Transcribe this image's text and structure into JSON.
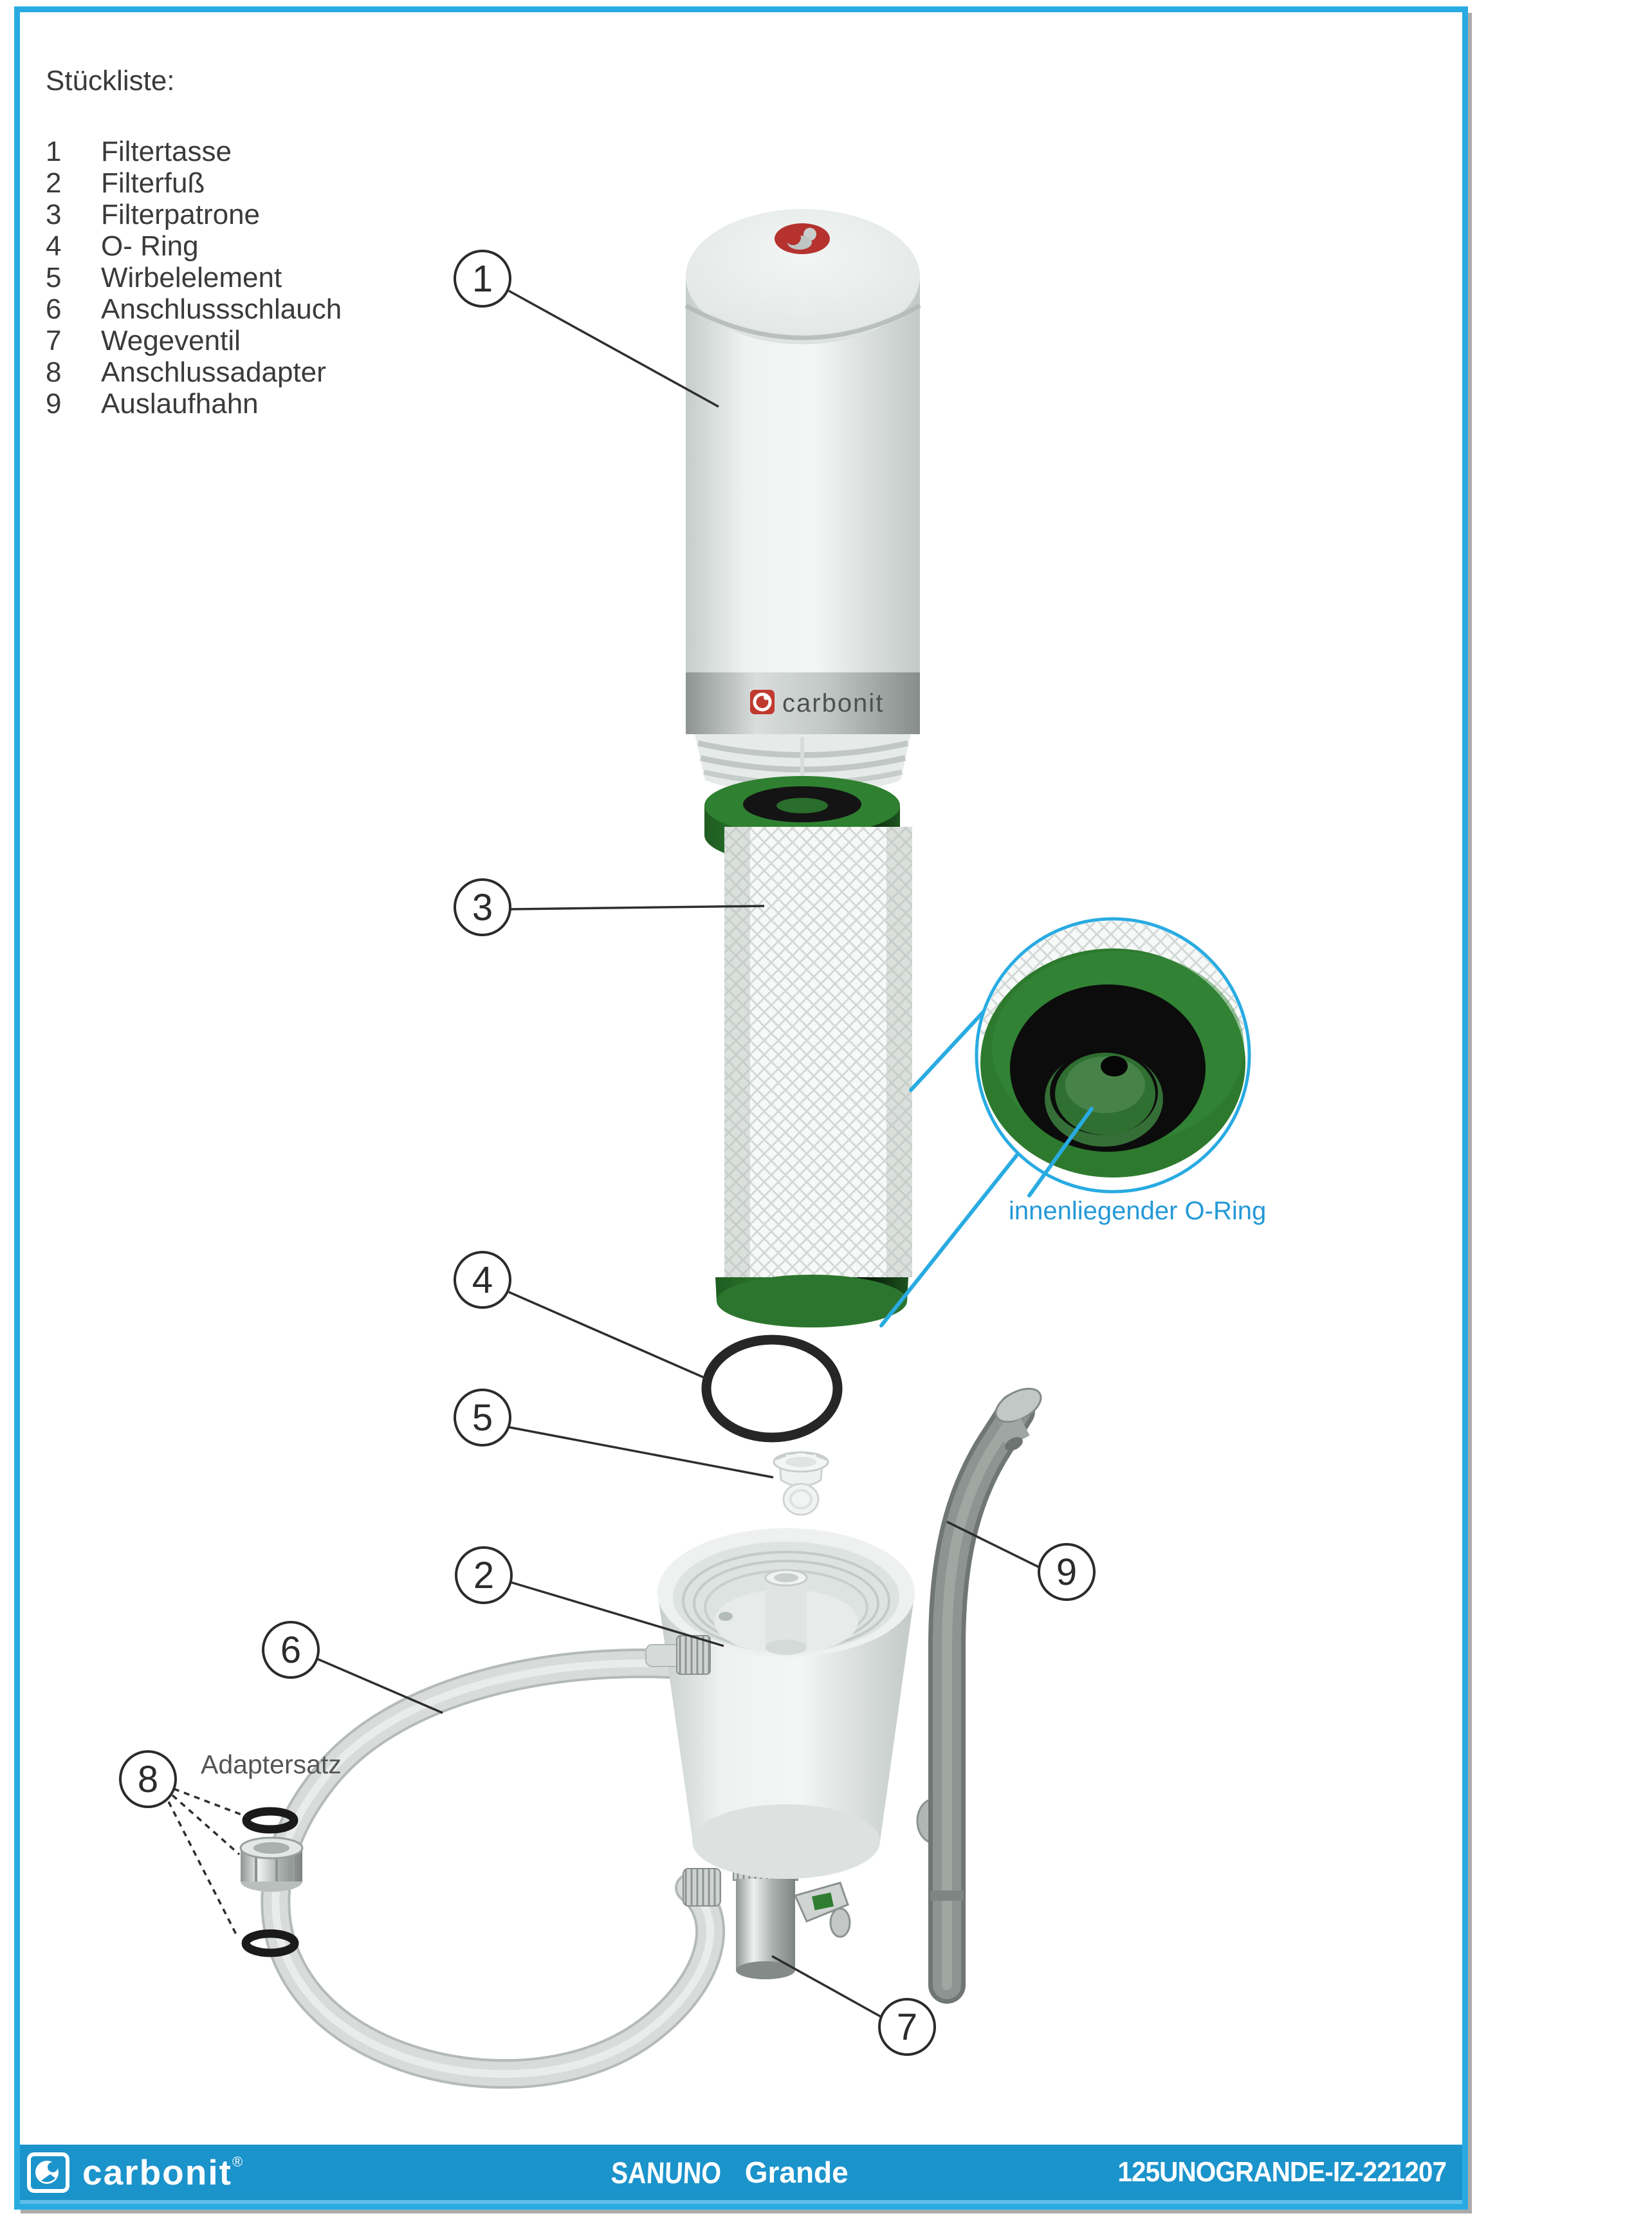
{
  "parts_list": {
    "title": "Stückliste:",
    "items": [
      {
        "number": "1",
        "name": "Filtertasse"
      },
      {
        "number": "2",
        "name": "Filterfuß"
      },
      {
        "number": "3",
        "name": "Filterpatrone"
      },
      {
        "number": "4",
        "name": "O- Ring"
      },
      {
        "number": "5",
        "name": "Wirbelelement"
      },
      {
        "number": "6",
        "name": "Anschlussschlauch"
      },
      {
        "number": "7",
        "name": "Wegeventil"
      },
      {
        "number": "8",
        "name": "Anschlussadapter"
      },
      {
        "number": "9",
        "name": "Auslaufhahn"
      }
    ]
  },
  "diagram": {
    "callouts": [
      {
        "number": "1"
      },
      {
        "number": "2"
      },
      {
        "number": "3"
      },
      {
        "number": "4"
      },
      {
        "number": "5"
      },
      {
        "number": "6"
      },
      {
        "number": "7"
      },
      {
        "number": "8"
      },
      {
        "number": "9"
      }
    ],
    "labels": {
      "adapter_set": "Adaptersatz",
      "inner_oring": "innenliegender O-Ring"
    },
    "housing_logo": {
      "brand": "carbonit"
    },
    "icons": {
      "housing_emblem": "carbonit-sphere-red",
      "footer_logo": "carbonit-sphere-white"
    }
  },
  "footer": {
    "brand": "carbonit",
    "registered": "®",
    "product": "SANUNO",
    "variant": "Grande",
    "doc_number": "125UNOGRANDE-IZ-221207"
  },
  "colors": {
    "frame_border": "#29abe2",
    "footer_bar": "#1b93cb",
    "cartridge_green": "#2f7d31",
    "detail_label_blue": "#2499d8",
    "leader_line": "#2e2e2e"
  }
}
